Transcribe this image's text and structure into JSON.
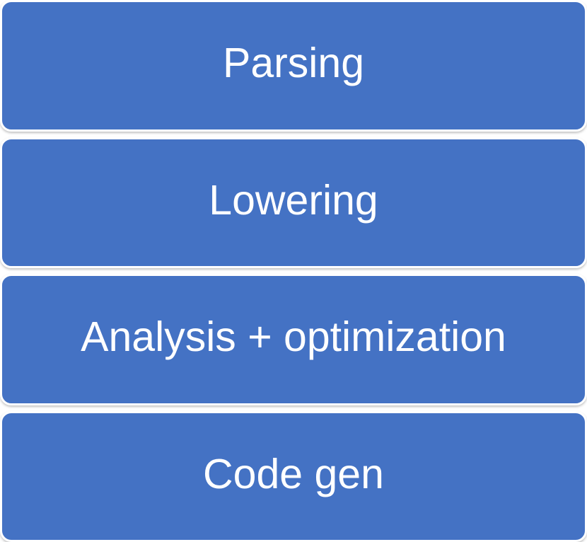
{
  "diagram": {
    "type": "pipeline-flow",
    "orientation": "vertical",
    "boxes": [
      {
        "id": "parsing",
        "label": "Parsing"
      },
      {
        "id": "lowering",
        "label": "Lowering"
      },
      {
        "id": "analysis-optimization",
        "label": "Analysis + optimization"
      },
      {
        "id": "code-gen",
        "label": "Code gen"
      }
    ],
    "colors": {
      "box_fill": "#4472C4",
      "box_border": "#FFFFFF",
      "text_color": "#FFFFFF"
    }
  }
}
